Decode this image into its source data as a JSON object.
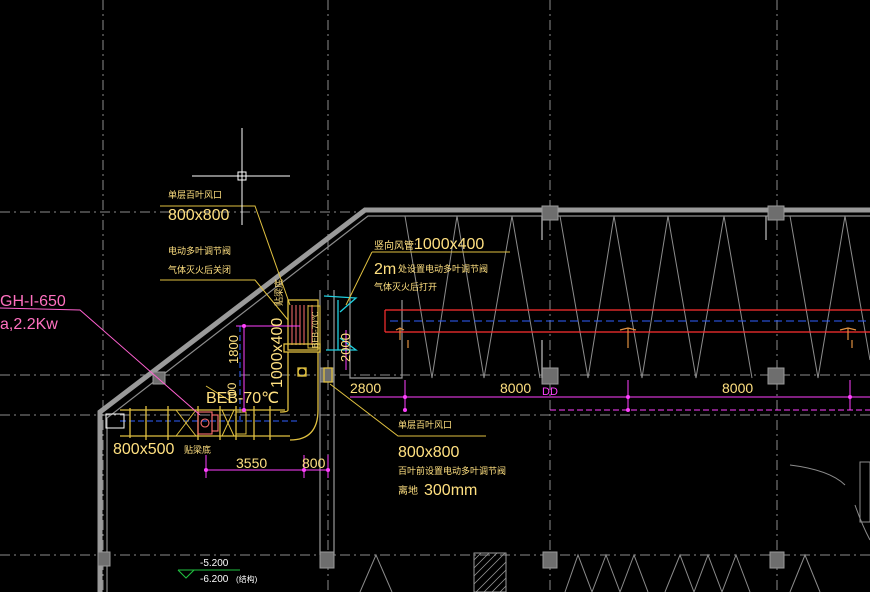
{
  "viewport": {
    "background": "#000000"
  },
  "colors": {
    "wall": "#9a9a9a",
    "grid": "#8c8c8c",
    "annotation": "#ffe080",
    "dimension": "#ff40ff",
    "equipment": "#ff7070",
    "duct": "#e0c040",
    "pipe_red": "#ff3030",
    "pipe_blue": "#3060ff",
    "cyan": "#20d0e0"
  },
  "labels": {
    "louver_top_title": "单层百叶风口",
    "louver_top_size": "800x800",
    "damper_note_1": "电动多叶调节阀",
    "damper_note_2": "气体灭火后关闭",
    "vertical_duct_title": "竖向风管:",
    "vertical_duct_size": "1000x400",
    "vertical_note_prefix": "2m",
    "vertical_note_1": "处设置电动多叶调节阀",
    "vertical_note_2": "气体灭火后打开",
    "fan_model": "GH-I-650",
    "fan_power": "a,2.2Kw",
    "duct_1000x400": "1000x400",
    "duct_suffix": "贴梁底",
    "dim_1800": "1800",
    "dim_2000": "2000",
    "beb_label": "BEB-70℃",
    "beb_dim": "00",
    "dim_2800": "2800",
    "dim_8000_a": "8000",
    "dim_8000_b": "8000",
    "duct_800x500": "800x500",
    "duct_800x500_suffix": "贴梁底",
    "dim_3550": "3550",
    "dim_800": "800",
    "louver_low_title": "单层百叶风口",
    "louver_low_size": "800x800",
    "louver_low_note_1": "百叶前设置电动多叶调节阀",
    "louver_low_note_2": "离地",
    "louver_low_note_height": "300mm",
    "elev_1": "-5.200",
    "elev_2": "-6.200",
    "elev_2_suffix": "(结构)",
    "room_tag": "DD",
    "fan_tag": "BEB-70℃"
  }
}
